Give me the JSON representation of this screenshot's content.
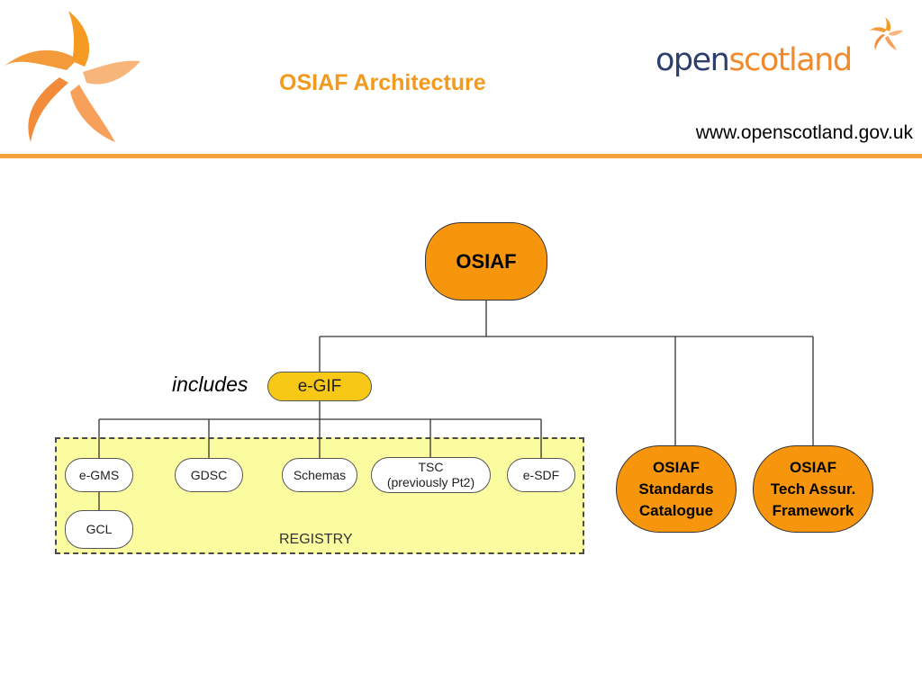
{
  "header": {
    "title": "OSIAF Architecture",
    "brand_open": "open",
    "brand_scotland": "scotland",
    "url": "www.openscotland.gov.uk",
    "left_logo_icon": "pinwheel-logo-icon",
    "brand_mark_icon": "pinwheel-small-icon",
    "accent_color": "#f39a1e",
    "rule_color": "#f7a23c"
  },
  "diagram": {
    "root": "OSIAF",
    "includes_label": "includes",
    "egif": "e-GIF",
    "registry_label": "REGISTRY",
    "registry_items": [
      "e-GMS",
      "GDSC",
      "Schemas",
      "TSC (previously Pt2)",
      "e-SDF"
    ],
    "tsc_line1": "TSC",
    "tsc_line2": "(previously Pt2)",
    "gcl": "GCL",
    "standards": {
      "line1": "OSIAF",
      "line2": "Standards",
      "line3": "Catalogue"
    },
    "tech_assur": {
      "line1": "OSIAF",
      "line2": "Tech Assur.",
      "line3": "Framework"
    },
    "colors": {
      "orange_node": "#f7960c",
      "egif_fill": "#f7c815",
      "registry_fill": "#fbfb9f"
    }
  }
}
